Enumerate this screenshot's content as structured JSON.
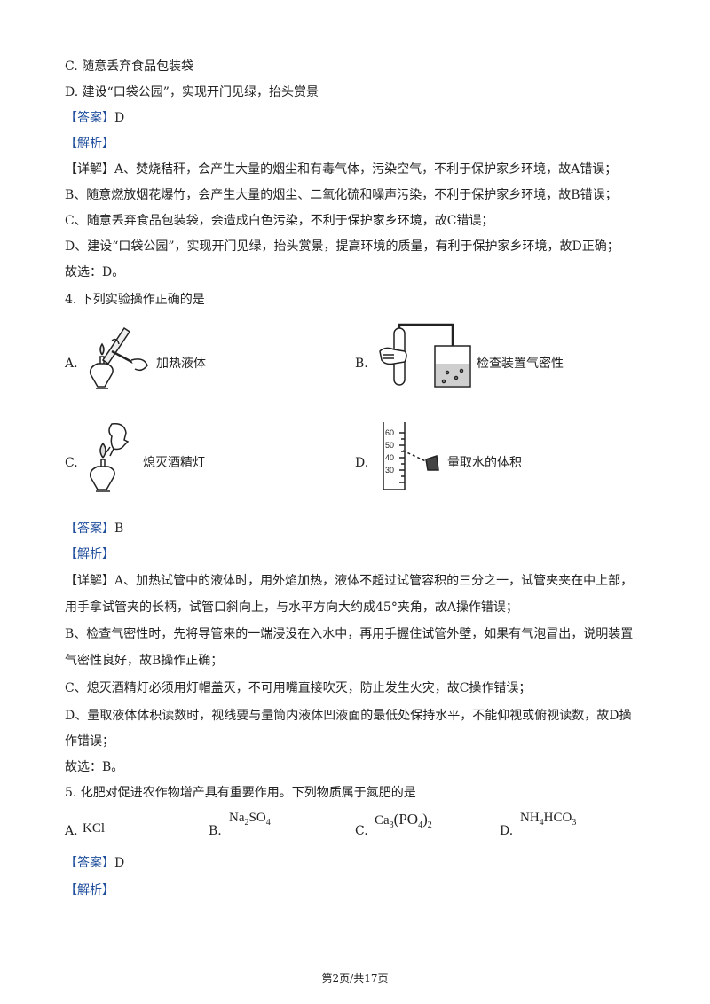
{
  "lines": [
    {
      "text": "C. 随意丢弃食品包装袋"
    },
    {
      "text": "D. 建设“口袋公园”，实现开门见绿，抬头赏景"
    },
    {
      "tag": "【答案】",
      "text": "D"
    },
    {
      "tag": "【解析】",
      "text": ""
    },
    {
      "text": "【详解】A、焚烧秸秆，会产生大量的烟尘和有毒气体，污染空气，不利于保护家乡环境，故A错误；"
    },
    {
      "text": "B、随意燃放烟花爆竹，会产生大量的烟尘、二氧化硫和噪声污染，不利于保护家乡环境，故B错误；"
    },
    {
      "text": "C、随意丢弃食品包装袋，会造成白色污染，不利于保护家乡环境，故C错误；"
    },
    {
      "text": "D、建设“口袋公园”，实现开门见绿，抬头赏景，提高环境的质量，有利于保护家乡环境，故D正确；"
    },
    {
      "text": "故选：D。"
    },
    {
      "text": "4. 下列实验操作正确的是"
    }
  ],
  "q4": {
    "A": {
      "letter": "A.",
      "label": "加热液体"
    },
    "B": {
      "letter": "B.",
      "label": "检查装置气密性"
    },
    "C": {
      "letter": "C.",
      "label": "熄灭酒精灯"
    },
    "D": {
      "letter": "D.",
      "label": "量取水的体积",
      "ticks": [
        "60",
        "50",
        "40",
        "30"
      ]
    }
  },
  "lines2": [
    {
      "tag": "【答案】",
      "text": "B"
    },
    {
      "tag": "【解析】",
      "text": ""
    },
    {
      "text": "【详解】A、加热试管中的液体时，用外焰加热，液体不超过试管容积的三分之一，试管夹夹在中上部，"
    },
    {
      "text": "用手拿试管夹的长柄，试管口斜向上，与水平方向大约成45°夹角，故A操作错误；"
    },
    {
      "text": "B、检查气密性时，先将导管来的一端浸没在入水中，再用手握住试管外壁，如果有气泡冒出，说明装置"
    },
    {
      "text": "气密性良好，故B操作正确；"
    },
    {
      "text": "C、熄灭酒精灯必须用灯帽盖灭，不可用嘴直接吹灭，防止发生火灾，故C操作错误；"
    },
    {
      "text": "D、量取液体体积读数时，视线要与量筒内液体凹液面的最低处保持水平，不能仰视或俯视读数，故D操"
    },
    {
      "text": "作错误；"
    },
    {
      "text": "故选：B。"
    },
    {
      "text": "5. 化肥对促进农作物增产具有重要作用。下列物质属于氮肥的是"
    }
  ],
  "q5": {
    "A": {
      "letter": "A.",
      "formula": "KCl"
    },
    "B": {
      "letter": "B.",
      "p1": "Na",
      "s1": "2",
      "p2": "SO",
      "s2": "4"
    },
    "C": {
      "letter": "C.",
      "p1": "Ca",
      "s1": "3",
      "p2": "(PO",
      "s2": "4",
      "p3": ")",
      "s3": "2"
    },
    "D": {
      "letter": "D.",
      "p1": "NH",
      "s1": "4",
      "p2": "HCO",
      "s2": "3"
    }
  },
  "lines3": [
    {
      "tag": "【答案】",
      "text": "D"
    },
    {
      "tag": "【解析】",
      "text": ""
    }
  ],
  "footer": "第2页/共17页"
}
